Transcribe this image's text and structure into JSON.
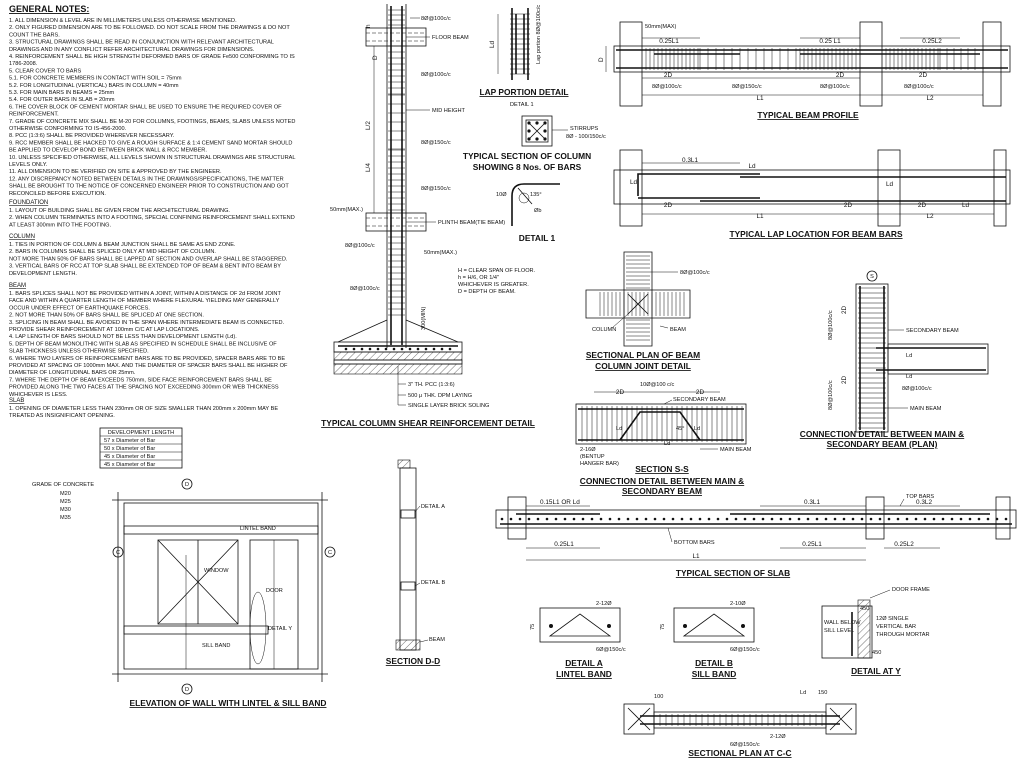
{
  "general_notes": {
    "title": "GENERAL NOTES:",
    "lines": [
      "1.    ALL DIMENSION & LEVEL ARE IN MILLIMETERS UNLESS OTHERWISE MENTIONED.",
      "2.    ONLY FIGURED DIMENSION ARE TO BE FOLLOWED. DO NOT SCALE FROM THE DRAWINGS & DO NOT",
      "       COUNT THE BARS.",
      "3.    STRUCTURAL DRAWINGS SHALL BE READ IN CONJUNCTION WITH RELEVANT ARCHITECTURAL",
      "       DRAWINGS AND IN ANY CONFLICT REFER ARCHITECTURAL DRAWINGS FOR DIMENSIONS.",
      "4.    REINFORCEMENT SHALL BE HIGH STRENGTH DEFORMED BARS OF GRADE Fe500 CONFORMING TO IS",
      "       1786-2008.",
      "5.    CLEAR COVER TO BARS",
      "       5.1.   FOR CONCRETE MEMBERS IN CONTACT WITH SOIL = 75mm",
      "       5.2.   FOR LONGITUDINAL (VERTICAL) BARS IN COLUMN = 40mm",
      "       5.3.   FOR MAIN BARS IN BEAMS = 25mm",
      "       5.4.   FOR OUTER BARS IN SLAB = 20mm",
      "6.    THE COVER BLOCK OF CEMENT MORTAR SHALL BE USED TO ENSURE THE REQUIRED COVER OF",
      "       REINFORCEMENT.",
      "7.    GRADE OF CONCRETE MIX SHALL BE M-20 FOR COLUMNS, FOOTINGS, BEAMS, SLABS UNLESS NOTED",
      "       OTHERWISE CONFORMING TO IS-456-2000.",
      "8.    PCC (1:3:6) SHALL BE PROVIDED WHEREVER NECESSARY.",
      "9.    RCC MEMBER SHALL BE HACKED TO GIVE A ROUGH SURFACE & 1:4 CEMENT SAND MORTAR SHOULD",
      "       BE APPLIED TO DEVELOP BOND BETWEEN BRICK WALL & RCC MEMBER.",
      "10.   UNLESS SPECIFIED OTHERWISE, ALL LEVELS SHOWN IN STRUCTURAL DRAWINGS ARE STRUCTURAL",
      "       LEVELS ONLY.",
      "11.   ALL DIMENSION TO BE VERIFIED ON SITE & APPROVED BY THE ENGINEER.",
      "12.   ANY DISCREPANCY NOTED BETWEEN DETAILS IN THE DRAWINGS/SPECIFICATIONS, THE MATTER",
      "       SHALL BE BROUGHT TO THE NOTICE OF CONCERNED ENGINEER PRIOR TO CONSTRUCTION AND GOT",
      "       RECONCILED BEFORE EXECUTION."
    ],
    "foundation_title": "FOUNDATION",
    "foundation_lines": [
      "1.    LAYOUT OF BUILDING SHALL BE GIVEN FROM THE ARCHITECTURAL DRAWING.",
      "2.    WHEN COLUMN TERMINATES INTO A FOOTING, SPECIAL CONFINING REINFORCEMENT SHALL EXTEND",
      "       AT LEAST 300mm INTO THE FOOTING."
    ],
    "column_title": "COLUMN",
    "column_lines": [
      "1.    TIES IN PORTION OF COLUMN & BEAM JUNCTION SHALL BE SAME AS END ZONE.",
      "2.    BARS IN COLUMNS SHALL BE SPLICED ONLY AT MID HEIGHT OF COLUMN.",
      "       NOT MORE THAN 50% OF BARS SHALL BE LAPPED AT SECTION AND OVERLAP SHALL BE STAGGERED.",
      "3.    VERTICAL BARS OF RCC AT TOP SLAB SHALL BE EXTENDED TOP OF BEAM & BENT INTO BEAM BY",
      "       DEVELOPMENT LENGTH."
    ],
    "beam_title": "BEAM",
    "beam_lines": [
      "1.    BARS SPLICES SHALL NOT BE PROVIDED WITHIN A JOINT, WITHIN A DISTANCE OF 2d FROM JOINT",
      "       FACE AND WITHIN A QUARTER LENGTH OF MEMBER WHERE FLEXURAL YIELDING MAY GENERALLY",
      "       OCCUR UNDER EFFECT OF EARTHQUAKE FORCES.",
      "2.    NOT MORE THAN 50% OF BARS SHALL BE SPLICED AT ONE SECTION.",
      "3.    SPLICING IN BEAM SHALL BE AVOIDED IN THE SPAN WHERE INTERMEDIATE BEAM IS CONNECTED.",
      "       PROVIDE SHEAR REINFORCEMENT AT 100mm C/C AT LAP LOCATIONS.",
      "4.    LAP LENGTH OF BARS SHOULD NOT BE LESS THAN DEVELOPMENT LENGTH (Ld).",
      "5.    DEPTH OF BEAM MONOLITHIC WITH SLAB AS SPECIFIED IN SCHEDULE SHALL BE INCLUSIVE OF",
      "       SLAB THICKNESS UNLESS OTHERWISE SPECIFIED.",
      "6.    WHERE TWO LAYERS OF REINFORCEMENT BARS ARE TO BE PROVIDED, SPACER BARS ARE TO BE",
      "       PROVIDED AT SPACING OF 1000mm MAX. AND THE DIAMETER OF SPACER BARS SHALL BE HIGHER OF",
      "       DIAMETER OF LONGITUDINAL BARS OR 25mm.",
      "7.    WHERE THE DEPTH OF BEAM EXCEEDS 750mm, SIDE FACE REINFORCEMENT BARS SHALL BE",
      "       PROVIDED ALONG THE TWO FACES AT THE SPACING NOT EXCEEDING 300mm OR WEB THICKNESS",
      "       WHICHEVER IS LESS."
    ],
    "slab_title": "SLAB",
    "slab_lines": [
      "1.    OPENING OF DIAMETER LESS THAN 230mm OR OF SIZE SMALLER THAN 200mm x 200mm MAY BE",
      "       TREATED AS INSIGNIFICANT OPENING."
    ]
  },
  "development_table": {
    "header": "DEVELOPMENT LENGTH",
    "grade_label": "GRADE OF CONCRETE",
    "rows": [
      {
        "grade": "M20",
        "length": "57 x Diameter of Bar"
      },
      {
        "grade": "M25",
        "length": "50 x Diameter of Bar"
      },
      {
        "grade": "M30",
        "length": "45 x Diameter of Bar"
      },
      {
        "grade": "M35",
        "length": "45 x Diameter of Bar"
      }
    ]
  },
  "column_detail": {
    "title": "TYPICAL COLUMN SHEAR REINFORCEMENT DETAIL",
    "label_floor_beam": "FLOOR BEAM",
    "label_mid_height": "MID HEIGHT",
    "label_plinth_beam": "PLINTH BEAM(TIE BEAM)",
    "label_8100_a": "8Ø@100c/c",
    "label_8100_b": "8Ø@100c/c",
    "label_8150_a": "8Ø@150c/c",
    "label_8150_b": "8Ø@150c/c",
    "label_8100_c": "8Ø@100c/c",
    "label_8100_d": "8Ø@100c/c",
    "label_50max_a": "50mm(MAX.)",
    "label_50max_b": "50mm(MAX.)",
    "label_300min": "300(MIN)",
    "label_h4": "L/4",
    "label_l2": "L/2",
    "label_h": "h",
    "label_d": "D",
    "pcc": "3\" TH. PCC (1:3:6)",
    "dpm": "500 μ THK. DPM LAYING",
    "brick": "SINGLE LAYER BRICK SOLING",
    "legend": [
      "H = CLEAR SPAN OF FLOOR.",
      "h = H/6, OR 1/4\"",
      "      WHICHEVER IS GREATER.",
      "D = DEPTH OF BEAM."
    ]
  },
  "lap_portion": {
    "title": "LAP PORTION DETAIL",
    "ld": "Ld",
    "lap_note": "Lap portion 8Ø@100c/c"
  },
  "column_section": {
    "title_1": "TYPICAL SECTION OF COLUMN",
    "title_2": "SHOWING 8 Nos. OF BARS",
    "detail_ref": "DETAIL 1",
    "stirrups_1": "STIRRUPS",
    "stirrups_2": "8Ø - 100/150c/c",
    "detail_1_title": "DETAIL 1",
    "label_10d": "10Ø",
    "label_135": "135°",
    "label_phi": "Øb"
  },
  "beam_profile": {
    "title": "TYPICAL BEAM PROFILE",
    "max": "50mm(MAX)",
    "l_025a": "0.25L1",
    "l_025b": "0.25 L1",
    "l_025c": "0.25L2",
    "d2a": "2D",
    "d2b": "2D",
    "d2c": "2D",
    "s1": "8Ø@100c/c",
    "s2": "8Ø@150c/c",
    "s3": "8Ø@100c/c",
    "s4": "8Ø@100c/c",
    "L1": "L1",
    "L2": "L2",
    "D": "D"
  },
  "lap_location": {
    "title": "TYPICAL LAP LOCATION FOR BEAM BARS",
    "l03": "0.3L1",
    "ld1": "Ld",
    "ld2": "Ld",
    "ld3": "Ld",
    "ld4": "Ld",
    "d2a": "2D",
    "d2b": "2D",
    "d2c": "2D",
    "L1": "L1",
    "L2": "L2"
  },
  "beam_column_joint": {
    "title_1": "SECTIONAL PLAN OF BEAM",
    "title_2": "COLUMN JOINT DETAIL",
    "spacing": "8Ø@100c/c",
    "column": "COLUMN",
    "beam": "BEAM"
  },
  "main_secondary_plan": {
    "title_1": "CONNECTION DETAIL BETWEEN MAIN &",
    "title_2": "SECONDARY BEAM (PLAN)",
    "s": "S",
    "secondary_beam": "SECONDARY BEAM",
    "main_beam": "MAIN BEAM",
    "s1": "8Ø@100c/c",
    "s2": "8Ø@100c/c",
    "s3": "8Ø@100c/c",
    "d2a": "2D",
    "d2b": "2D",
    "ld1": "Ld",
    "ld2": "Ld"
  },
  "section_ss": {
    "title_1": "SECTION S-S",
    "title_2": "CONNECTION DETAIL BETWEEN MAIN &",
    "title_3": "SECONDARY BEAM",
    "spacing": "10Ø@100 c/c",
    "d2a": "2D",
    "d2b": "2D",
    "secondary_beam": "SECONDARY BEAM",
    "main_beam": "MAIN BEAM",
    "bentup_1": "2-16Ø",
    "bentup_2": "(BENTUP",
    "bentup_3": "HANGER BAR)",
    "ld1": "Ld",
    "ld2": "Ld",
    "ld3": "Ld",
    "ang": "45°"
  },
  "slab_section": {
    "title": "TYPICAL SECTION OF SLAB",
    "top_bars": "TOP BARS",
    "bottom_bars": "BOTTOM BARS",
    "l015": "0.15L1 OR Ld",
    "l03a": "0.3L1",
    "l03b": "0.3L2",
    "l025a": "0.25L1",
    "l025b": "0.25L1",
    "l025c": "0.25L2",
    "L1": "L1"
  },
  "wall_elevation": {
    "title": "ELEVATION OF WALL WITH LINTEL & SILL BAND",
    "lintel": "LINTEL BAND",
    "window": "WINDOW",
    "door": "DOOR",
    "sill": "SILL BAND",
    "detail_y": "DETAIL Y",
    "d": "D",
    "c": "C"
  },
  "section_dd": {
    "title": "SECTION D-D",
    "detail_a": "DETAIL A",
    "detail_b": "DETAIL B",
    "beam": "BEAM"
  },
  "detail_a": {
    "title_1": "DETAIL A",
    "title_2": "LINTEL BAND",
    "bars": "2-12Ø",
    "stirrup": "6Ø@150c/c",
    "dim": "75"
  },
  "detail_b": {
    "title_1": "DETAIL B",
    "title_2": "SILL BAND",
    "bars": "2-10Ø",
    "stirrup": "6Ø@150c/c",
    "dim": "75"
  },
  "detail_y": {
    "title": "DETAIL AT Y",
    "door_frame": "DOOR FRAME",
    "wall_1": "WALL BELOW",
    "wall_2": "SILL LEVEL",
    "bar_1": "12Ø SINGLE",
    "bar_2": "VERTICAL BAR",
    "bar_3": "THROUGH MORTAR",
    "d450a": "450",
    "d450b": "450"
  },
  "plan_cc": {
    "title": "SECTIONAL PLAN AT C-C",
    "d100": "100",
    "d150": "150",
    "ld": "Ld",
    "bars": "2-12Ø",
    "stirrup": "6Ø@150c/c"
  }
}
